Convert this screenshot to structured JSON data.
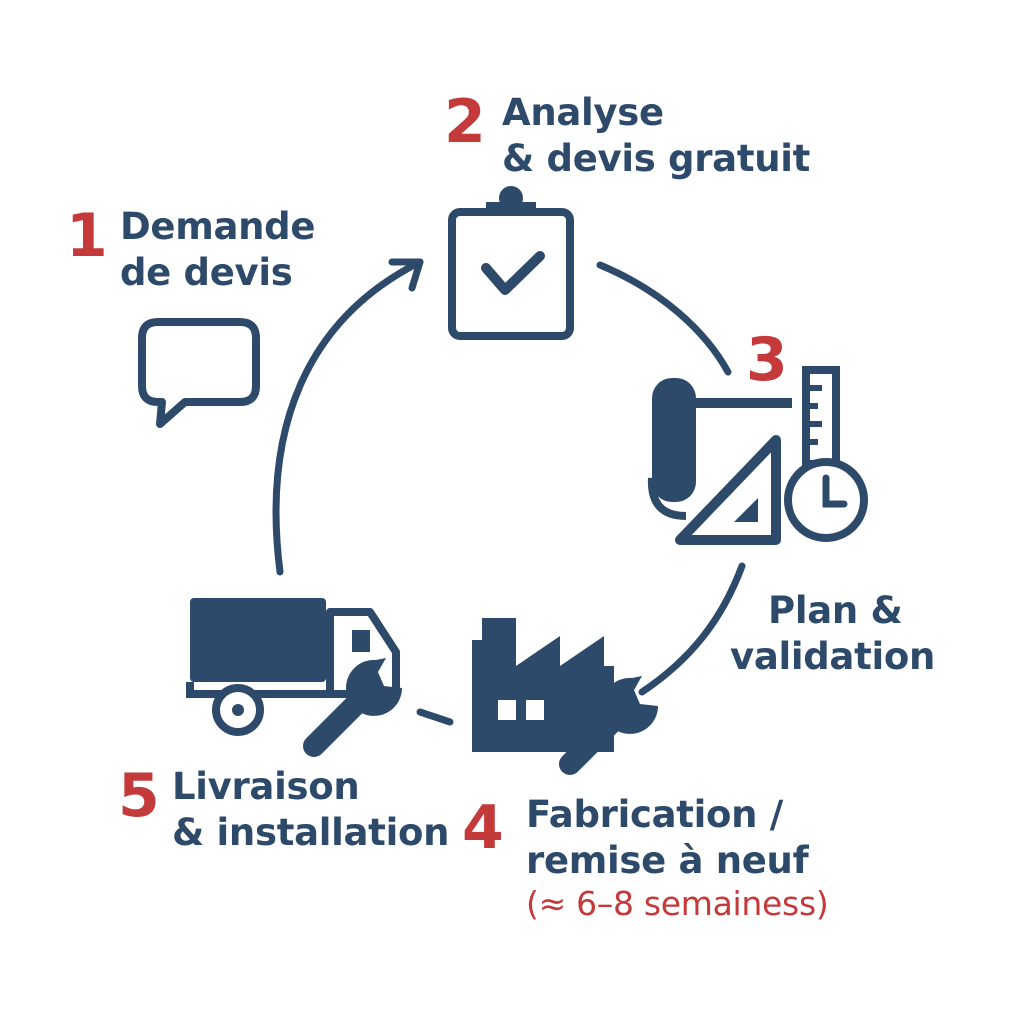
{
  "colors": {
    "primary": "#2e4a6b",
    "accent": "#c43a3a",
    "background": "#ffffff"
  },
  "steps": [
    {
      "number": "1",
      "label_lines": [
        "Demande",
        "de devis"
      ],
      "icon": "speech-bubble-icon"
    },
    {
      "number": "2",
      "label_lines": [
        "Analyse",
        "& devis gratuit"
      ],
      "icon": "clipboard-check-icon"
    },
    {
      "number": "3",
      "label_lines": [
        "Plan &",
        "validation"
      ],
      "icon": "blueprint-ruler-clock-icon"
    },
    {
      "number": "4",
      "label_lines": [
        "Fabrication /",
        "remise à neuf"
      ],
      "note": "(≈ 6–8 semainess)",
      "icon": "factory-wrench-icon"
    },
    {
      "number": "5",
      "label_lines": [
        "Livraison",
        "& installation"
      ],
      "icon": "truck-wrench-icon"
    }
  ]
}
